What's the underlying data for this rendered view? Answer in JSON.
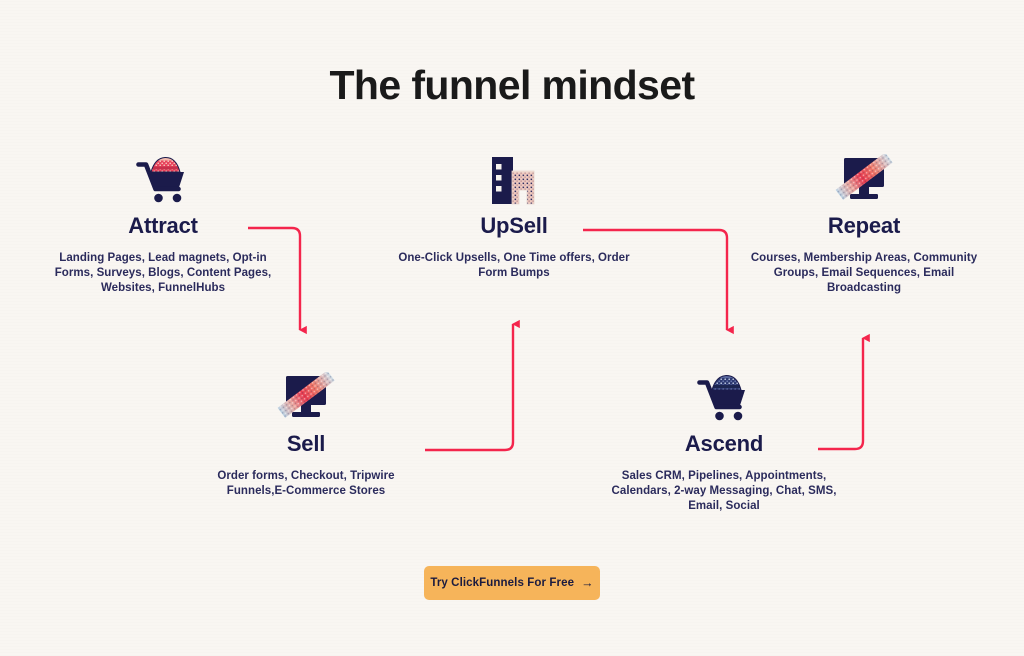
{
  "page": {
    "title": "The funnel mindset",
    "background_color": "#f9f6f2",
    "title_color": "#1a1a1a",
    "accent_red": "#f4254c",
    "navy": "#1b1b4b",
    "cta_color": "#f6b45a"
  },
  "stages": [
    {
      "id": "attract",
      "label": "Attract",
      "description": "Landing Pages, Lead magnets, Opt-in Forms, Surveys, Blogs, Content Pages, Websites, FunnelHubs",
      "icon": "shopping-cart-pink-icon"
    },
    {
      "id": "sell",
      "label": "Sell",
      "description": "Order forms, Checkout, Tripwire Funnels,E-Commerce Stores",
      "icon": "monitor-stripe-icon"
    },
    {
      "id": "upsell",
      "label": "UpSell",
      "description": "One-Click Upsells, One Time offers, Order Form Bumps",
      "icon": "buildings-icon"
    },
    {
      "id": "ascend",
      "label": "Ascend",
      "description": "Sales CRM, Pipelines, Appointments, Calendars, 2-way Messaging, Chat, SMS, Email, Social",
      "icon": "shopping-cart-navy-icon"
    },
    {
      "id": "repeat",
      "label": "Repeat",
      "description": "Courses, Membership Areas, Community Groups, Email Sequences, Email Broadcasting",
      "icon": "monitor-stripe-icon"
    }
  ],
  "flow": {
    "connectors": [
      {
        "from": "attract",
        "to": "sell",
        "direction": "down"
      },
      {
        "from": "sell",
        "to": "upsell",
        "direction": "up"
      },
      {
        "from": "upsell",
        "to": "ascend",
        "direction": "down"
      },
      {
        "from": "ascend",
        "to": "repeat",
        "direction": "up"
      }
    ]
  },
  "cta": {
    "label": "Try ClickFunnels For Free",
    "arrow_glyph": "→"
  }
}
